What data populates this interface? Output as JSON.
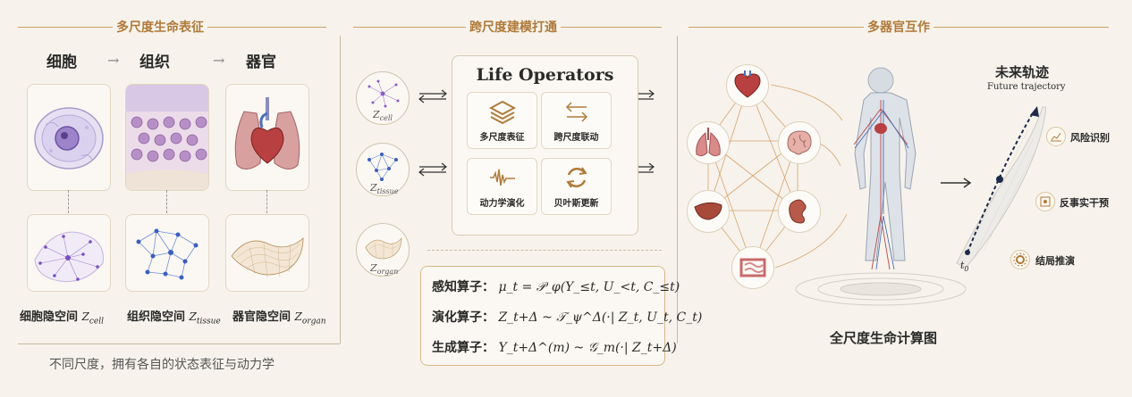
{
  "sections": {
    "left": "多尺度生命表征",
    "middle": "跨尺度建模打通",
    "right": "多器官互作"
  },
  "scales": {
    "cell": "细胞",
    "tissue": "组织",
    "organ": "器官",
    "arrow": "→"
  },
  "latent": {
    "cell_label": "细胞隐空间",
    "cell_sym": "Z",
    "cell_sub": "cell",
    "tissue_label": "组织隐空间",
    "tissue_sym": "Z",
    "tissue_sub": "tissue",
    "organ_label": "器官隐空间",
    "organ_sym": "Z",
    "organ_sub": "organ"
  },
  "bottom_note": "不同尺度，拥有各自的状态表征与动力学",
  "life_operators": {
    "title": "Life Operators",
    "tiles": [
      {
        "label": "多尺度表征",
        "icon": "layers-icon"
      },
      {
        "label": "跨尺度联动",
        "icon": "exchange-arrows-icon"
      },
      {
        "label": "动力学演化",
        "icon": "waveform-icon"
      },
      {
        "label": "贝叶斯更新",
        "icon": "refresh-cycle-icon"
      }
    ]
  },
  "z_bubbles": {
    "cell": "Z",
    "cell_sub": "cell",
    "tissue": "Z",
    "tissue_sub": "tissue",
    "organ": "Z",
    "organ_sub": "organ"
  },
  "formulas": {
    "perception_name": "感知算子：",
    "perception_expr": "μ_t = 𝒫_φ(Y_≤t, U_<t, C_≤t)",
    "evolution_name": "演化算子：",
    "evolution_expr": "Z_t+Δ ~ 𝒯_ψ^Δ(·| Z_t, U_t, C_t)",
    "generation_name": "生成算子：",
    "generation_expr": "Y_t+Δ^(m) ~ 𝒢_m(·| Z_t+Δ)"
  },
  "organs": [
    "heart-icon",
    "lungs-icon",
    "brain-icon",
    "liver-icon",
    "kidney-icon",
    "intestine-icon"
  ],
  "body_caption": "全尺度生命计算图",
  "trajectory": {
    "title": "未来轨迹",
    "subtitle": "Future trajectory",
    "t0": "t",
    "t0_sub": "0"
  },
  "outcomes": [
    {
      "label": "风险识别",
      "icon": "chart-icon"
    },
    {
      "label": "反事实干预",
      "icon": "intervention-icon"
    },
    {
      "label": "结局推演",
      "icon": "gear-icon"
    }
  ],
  "colors": {
    "accent": "#b07a3a",
    "cell_purple": "#8a5cc9",
    "tissue_blue": "#3a5fbf",
    "organ_tan": "#b08a55"
  }
}
